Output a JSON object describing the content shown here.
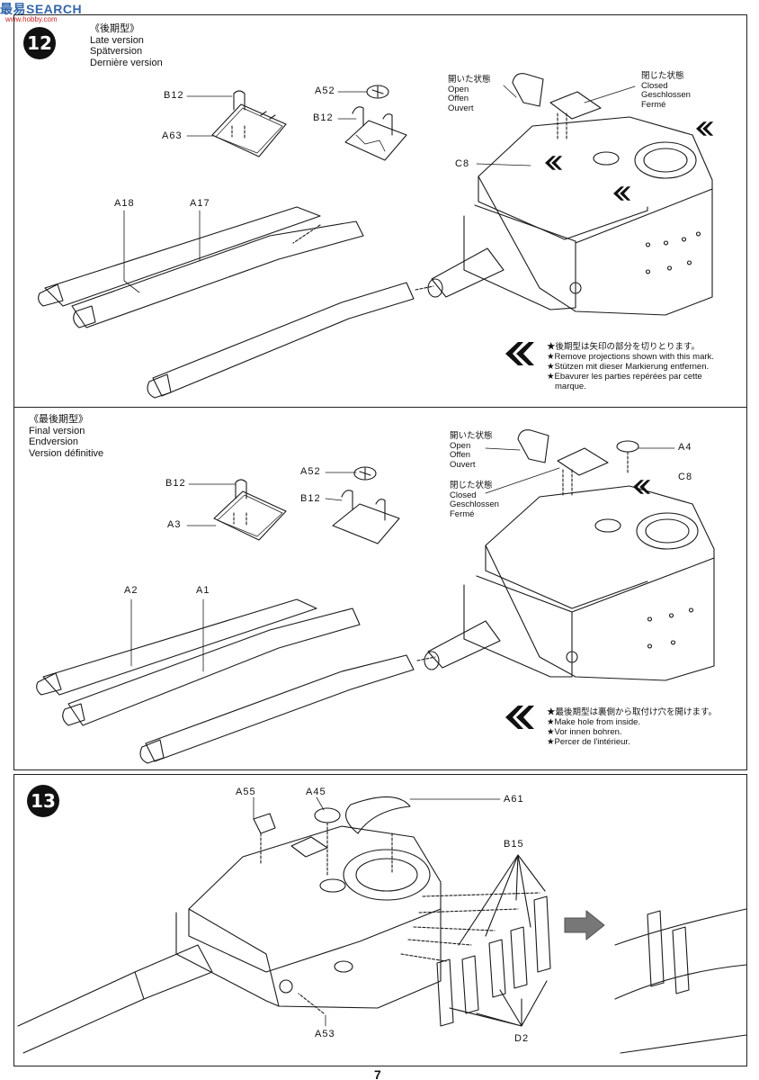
{
  "watermark": {
    "text": "最易SEARCH",
    "sub": "www.hobby.com"
  },
  "page_number": "7",
  "step12": {
    "number": "12",
    "late": {
      "heading": [
        "《後期型》",
        "Late version",
        "Spätversion",
        "Dernière version"
      ],
      "parts": {
        "b12a": "B12",
        "a63": "A63",
        "a52": "A52",
        "b12b": "B12",
        "a18": "A18",
        "a17": "A17",
        "c8": "C8"
      },
      "open_label": [
        "開いた状態",
        "Open",
        "Offen",
        "Ouvert"
      ],
      "closed_label": [
        "閉じた状態",
        "Closed",
        "Geschlossen",
        "Fermé"
      ],
      "note": [
        "★後期型は矢印の部分を切りとります。",
        "★Remove projections shown with this mark.",
        "★Stützen mit dieser Markierung entfernen.",
        "★Ebavurer les parties repérées par cette",
        "marque."
      ]
    },
    "final": {
      "heading": [
        "《最後期型》",
        "Final version",
        "Endversion",
        "Version définitive"
      ],
      "parts": {
        "b12a": "B12",
        "a3": "A3",
        "a52": "A52",
        "b12b": "B12",
        "a2": "A2",
        "a1": "A1",
        "a4": "A4",
        "c8": "C8"
      },
      "open_label": [
        "開いた状態",
        "Open",
        "Offen",
        "Ouvert"
      ],
      "closed_label": [
        "閉じた状態",
        "Closed",
        "Geschlossen",
        "Fermé"
      ],
      "note": [
        "★最後期型は裏側から取付け穴を開けます。",
        "★Make hole from inside.",
        "★Vor innen bohren.",
        "★Percer de l'intérieur."
      ]
    }
  },
  "step13": {
    "number": "13",
    "parts": {
      "a55": "A55",
      "a45": "A45",
      "a61": "A61",
      "b15": "B15",
      "a53": "A53",
      "d2": "D2"
    }
  }
}
